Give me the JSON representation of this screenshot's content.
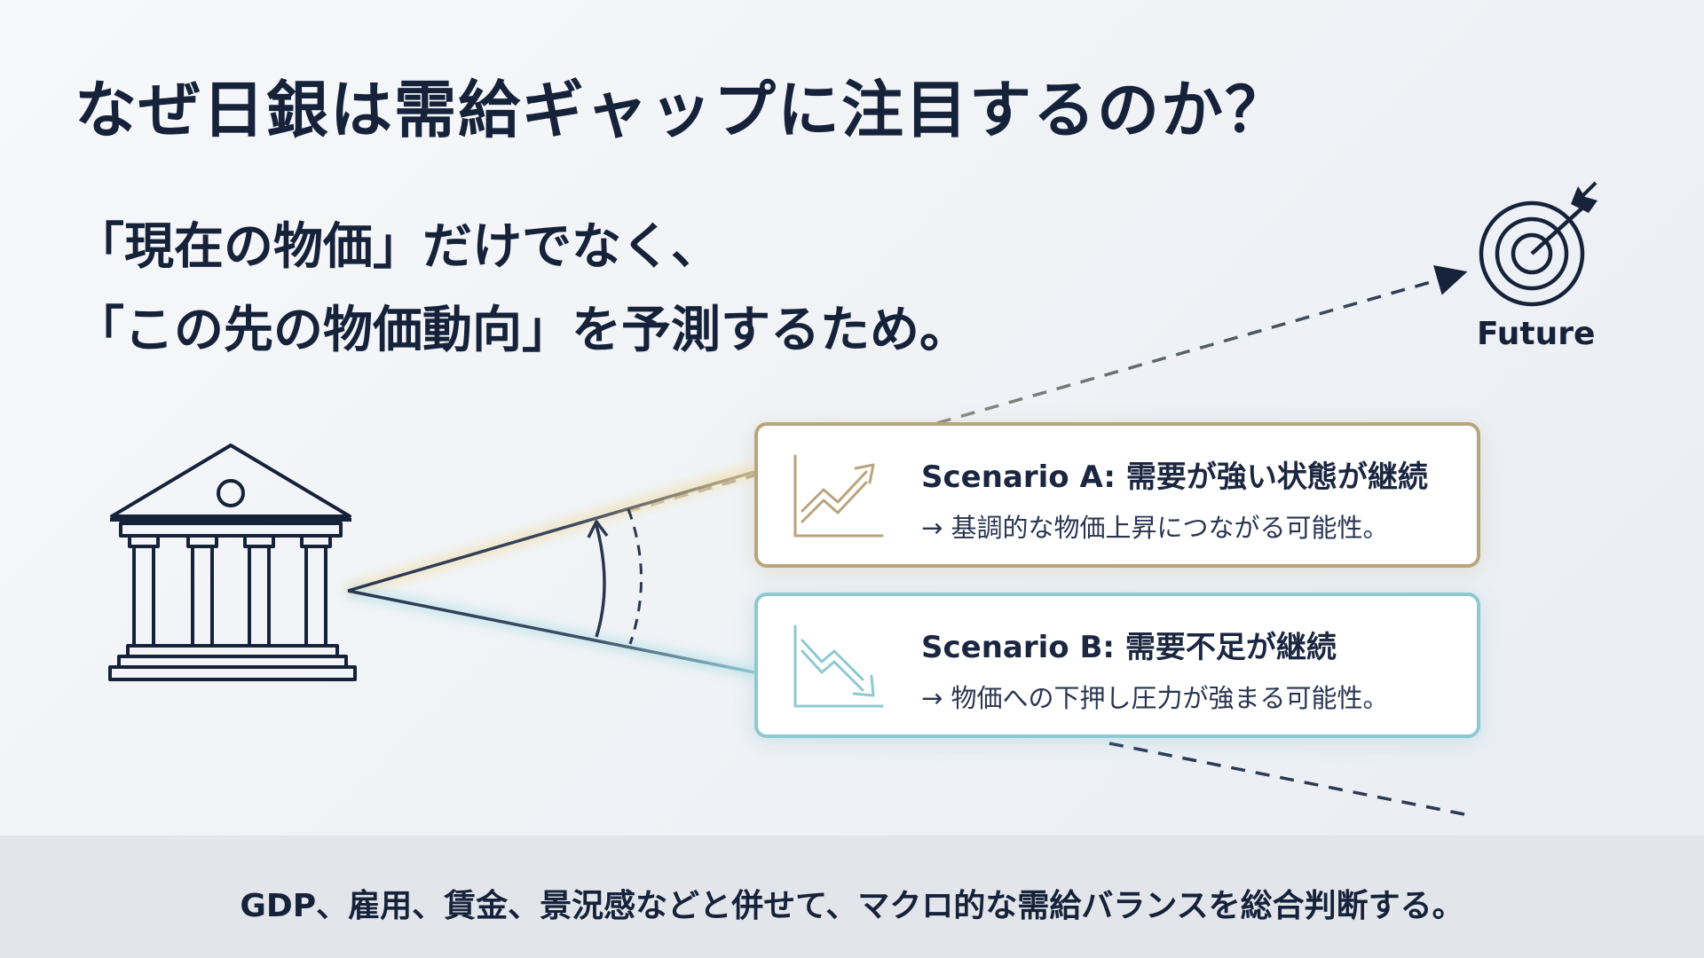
{
  "title": "なぜ日銀は需給ギャップに注目するのか？",
  "subtitle": {
    "line1": "「現在の物価」だけでなく、",
    "line2": "「この先の物価動向」を予測するため。"
  },
  "future": {
    "label": "Future",
    "icon": "target-arrow-icon"
  },
  "bank_icon": "central-bank-building-icon",
  "scenarios": [
    {
      "title": "Scenario A: 需要が強い状態が継続",
      "description": "→ 基調的な物価上昇につながる可能性。",
      "icon": "chart-trending-up-icon",
      "color": "#b9a47c"
    },
    {
      "title": "Scenario B: 需要不足が継続",
      "description": "→ 物価への下押し圧力が強まる可能性。",
      "icon": "chart-trending-down-icon",
      "color": "#8ec9d2"
    }
  ],
  "footer": {
    "text": "GDP、雇用、賃金、景況感などと併せて、マクロ的な需給バランスを総合判断する。"
  },
  "colors": {
    "navy": "#15223a",
    "gold": "#b9a47c",
    "teal": "#8ec9d2"
  }
}
